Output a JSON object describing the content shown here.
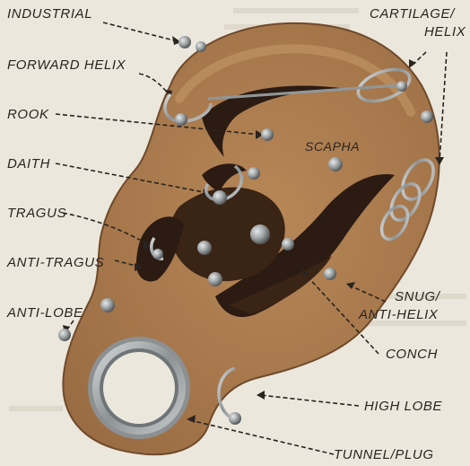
{
  "labels": {
    "industrial": "INDUSTRIAL",
    "forward_helix": "FORWARD HELIX",
    "rook": "ROOK",
    "daith": "DAITH",
    "tragus": "TRAGUS",
    "anti_tragus": "ANTI-TRAGUS",
    "anti_lobe": "ANTI-LOBE",
    "cartilage_helix_line1": "CARTILAGE/",
    "cartilage_helix_line2": "HELIX",
    "scapha": "SCAPHA",
    "snug_line1": "SNUG/",
    "snug_line2": "ANTI-HELIX",
    "conch": "CONCH",
    "high_lobe": "HIGH LOBE",
    "tunnel_plug": "TUNNEL/PLUG"
  },
  "colors": {
    "background": "#ece7dc",
    "ear_skin": "#a87a4e",
    "ear_shadow": "#2b1b12",
    "jewelry": "#9aa0a2",
    "text": "#2a2420"
  }
}
